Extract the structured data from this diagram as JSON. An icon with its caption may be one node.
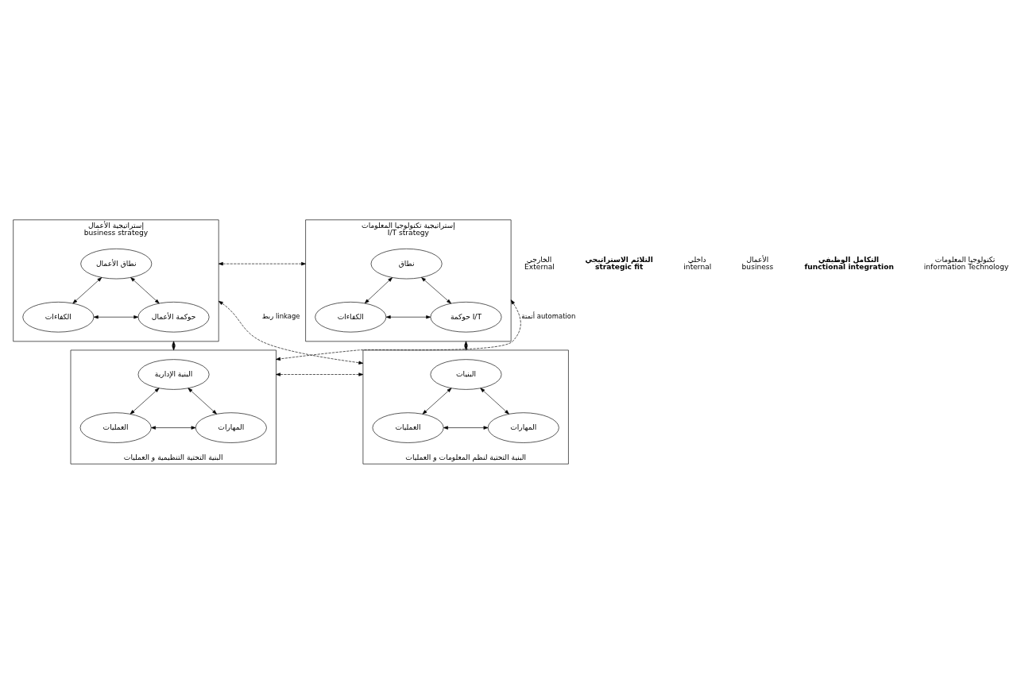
{
  "diagram": {
    "nodes": [
      {
        "text": [
          "إستراتيجية الأعمال",
          "business strategy"
        ]
      },
      {
        "text": [
          "نطاق الأعمال"
        ],
        "in": 0
      },
      {
        "text": [
          "الكفاءات"
        ],
        "in": 0
      },
      {
        "text": [
          "حوكمة الأعمال"
        ],
        "in": 0
      },
      {
        "text": [
          "إستراتيجية تكنولوجيا المعلومات",
          "I/T strategy"
        ]
      },
      {
        "text": [
          "نطاق"
        ],
        "in": 4
      },
      {
        "text": [
          "الكفاءات"
        ],
        "in": 4
      },
      {
        "text": [
          "حوكمة I/T"
        ],
        "in": 4
      },
      {
        "text": [
          "البنية التحتية التنظيمية و العمليات"
        ]
      },
      {
        "text": [
          "البنية الإدارية"
        ],
        "in": 8
      },
      {
        "text": [
          "العمليات"
        ],
        "in": 8
      },
      {
        "text": [
          "المهارات"
        ],
        "in": 8
      },
      {
        "text": [
          "البنية التحتية لنظم المعلومات و العمليات"
        ]
      },
      {
        "text": [
          "البنيات"
        ],
        "in": 12
      },
      {
        "text": [
          "العمليات"
        ],
        "in": 12
      },
      {
        "text": [
          "المهارات"
        ],
        "in": 12
      }
    ],
    "edges": [
      {
        "from": 1,
        "to": 2,
        "arrow": "both"
      },
      {
        "from": 1,
        "to": 3,
        "arrow": "both"
      },
      {
        "from": 2,
        "to": 3,
        "arrow": "both"
      },
      {
        "from": 5,
        "to": 6,
        "arrow": "both"
      },
      {
        "from": 5,
        "to": 7,
        "arrow": "both"
      },
      {
        "from": 6,
        "to": 7,
        "arrow": "both"
      },
      {
        "from": 9,
        "to": 10,
        "arrow": "both"
      },
      {
        "from": 9,
        "to": 11,
        "arrow": "both"
      },
      {
        "from": 10,
        "to": 11,
        "arrow": "both"
      },
      {
        "from": 13,
        "to": 14,
        "arrow": "both"
      },
      {
        "from": 13,
        "to": 15,
        "arrow": "both"
      },
      {
        "from": 14,
        "to": 15,
        "arrow": "both"
      },
      {
        "from": 0,
        "to": 4,
        "arrow": "both",
        "style": "dashed"
      },
      {
        "from": 0,
        "to": 8,
        "arrow": "both"
      },
      {
        "from": 4,
        "to": 12,
        "arrow": "both"
      },
      {
        "from": 8,
        "to": 12,
        "arrow": "both",
        "style": "dashed"
      },
      {
        "from": 4,
        "to": 8,
        "arrow": "both",
        "style": "dashed",
        "label": "أتمتة automation"
      },
      {
        "from": 0,
        "to": 12,
        "arrow": "both",
        "style": "dashed",
        "label": "ربط linkage"
      }
    ],
    "labels": [
      "الخارجي",
      "External",
      "التلائم الاستراتيجي",
      "strategic fit",
      "داخلي",
      "internal",
      "الأعمال",
      "business",
      "التكامل الوظيفي",
      "functional integration",
      "تكنولوجيا المعلومات",
      "information Technology"
    ]
  }
}
